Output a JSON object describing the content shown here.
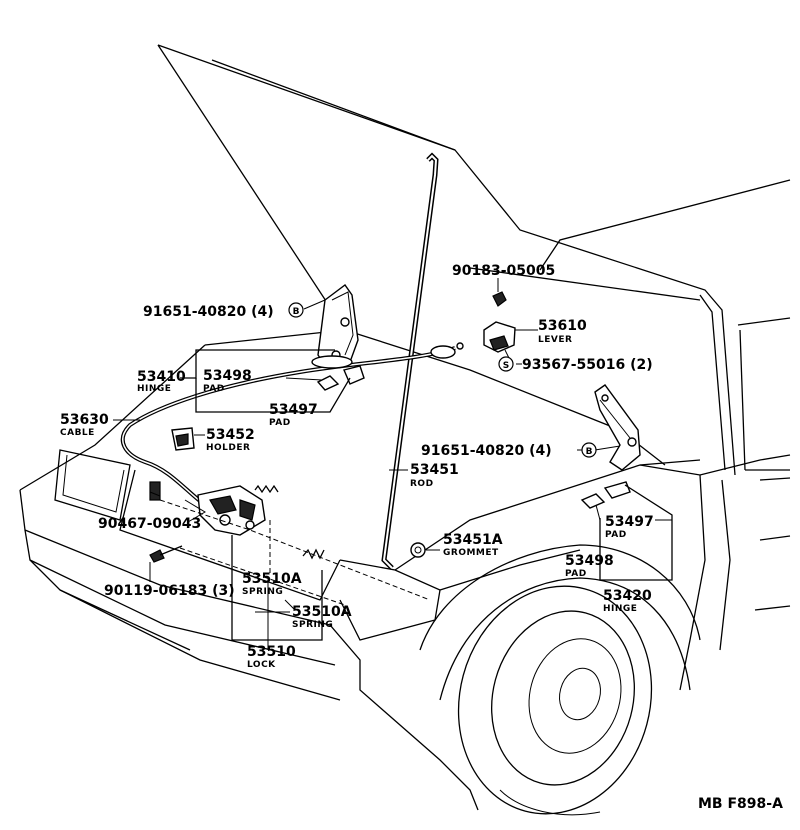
{
  "callouts": [
    {
      "id": "c1",
      "part": "91651-40820 (4)",
      "symbol": "B",
      "name": ""
    },
    {
      "id": "c2",
      "part": "90183-05005",
      "name": ""
    },
    {
      "id": "c3",
      "part": "53610",
      "name": "LEVER"
    },
    {
      "id": "c4",
      "part": "93567-55016 (2)",
      "symbol": "S",
      "name": ""
    },
    {
      "id": "c5",
      "part": "53410",
      "name": "HINGE"
    },
    {
      "id": "c6",
      "part": "53498",
      "name": "PAD"
    },
    {
      "id": "c7",
      "part": "53630",
      "name": "CABLE"
    },
    {
      "id": "c8",
      "part": "53497",
      "name": "PAD"
    },
    {
      "id": "c9",
      "part": "53452",
      "name": "HOLDER"
    },
    {
      "id": "c10",
      "part": "91651-40820 (4)",
      "symbol": "B",
      "name": ""
    },
    {
      "id": "c11",
      "part": "53451",
      "name": "ROD"
    },
    {
      "id": "c12",
      "part": "90467-09043",
      "name": ""
    },
    {
      "id": "c13",
      "part": "53497",
      "name": "PAD"
    },
    {
      "id": "c14",
      "part": "53451A",
      "name": "GROMMET"
    },
    {
      "id": "c15",
      "part": "90119-06183 (3)",
      "name": ""
    },
    {
      "id": "c16",
      "part": "53498",
      "name": "PAD"
    },
    {
      "id": "c17",
      "part": "53510A",
      "name": "SPRING"
    },
    {
      "id": "c18",
      "part": "53510A",
      "name": "SPRING"
    },
    {
      "id": "c19",
      "part": "53420",
      "name": "HINGE"
    },
    {
      "id": "c20",
      "part": "53510",
      "name": "LOCK"
    }
  ],
  "figure_code": "MB F898-A"
}
